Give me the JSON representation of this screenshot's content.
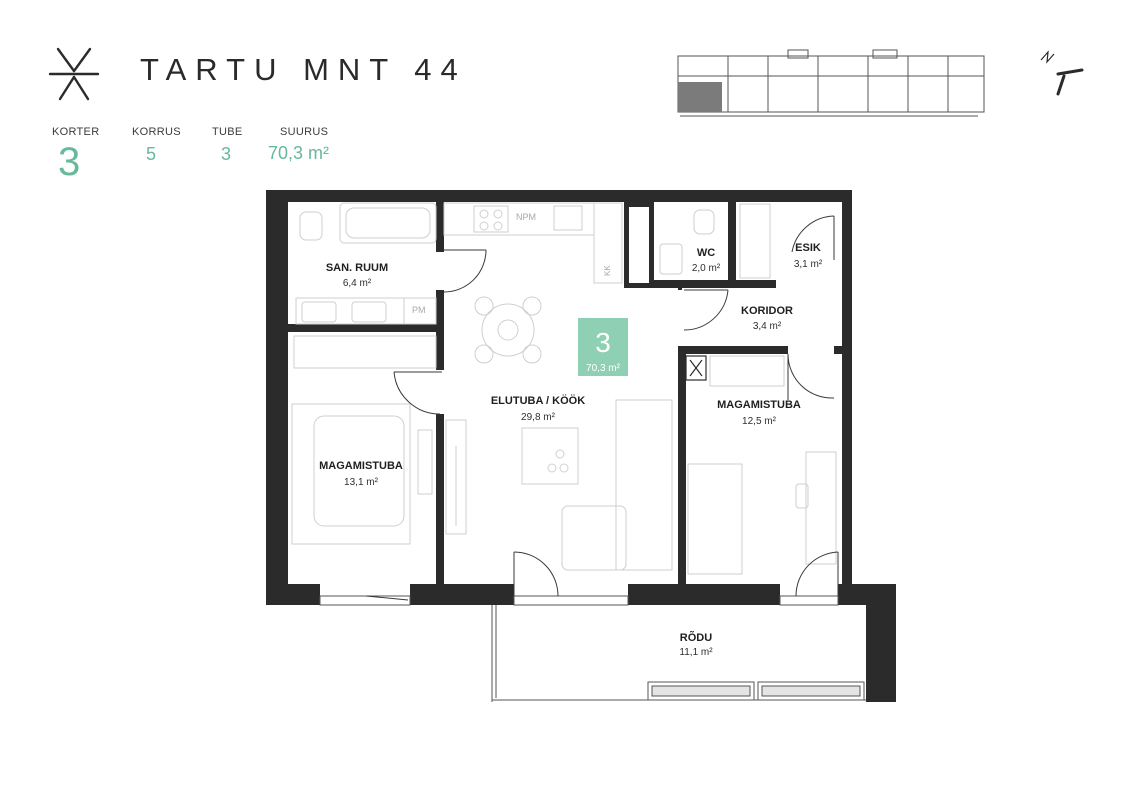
{
  "header": {
    "title": "TARTU MNT 44"
  },
  "stats": [
    {
      "label": "KORTER",
      "value": "3"
    },
    {
      "label": "KORRUS",
      "value": "5"
    },
    {
      "label": "TUBE",
      "value": "3"
    },
    {
      "label": "SUURUS",
      "value": "70,3 m²"
    }
  ],
  "badge": {
    "number": "3",
    "area": "70,3 m²"
  },
  "rooms": {
    "san_ruum": {
      "name": "SAN. RUUM",
      "area": "6,4 m²"
    },
    "wc": {
      "name": "WC",
      "area": "2,0 m²"
    },
    "esik": {
      "name": "ESIK",
      "area": "3,1 m²"
    },
    "koridor": {
      "name": "KORIDOR",
      "area": "3,4 m²"
    },
    "elutuba": {
      "name": "ELUTUBA / KÖÖK",
      "area": "29,8 m²"
    },
    "magamistuba_left": {
      "name": "MAGAMISTUBA",
      "area": "13,1 m²"
    },
    "magamistuba_right": {
      "name": "MAGAMISTUBA",
      "area": "12,5 m²"
    },
    "rodu": {
      "name": "RÕDU",
      "area": "11,1 m²"
    }
  },
  "fixtures": {
    "npm": "NPM",
    "pm": "PM",
    "kk": "KK"
  },
  "colors": {
    "accent": "#66b99a",
    "wall": "#2b2b2b",
    "highlight": "#8fd0b4"
  },
  "icons": {
    "logo": "asterisk-logo-icon",
    "north": "north-arrow-icon"
  }
}
